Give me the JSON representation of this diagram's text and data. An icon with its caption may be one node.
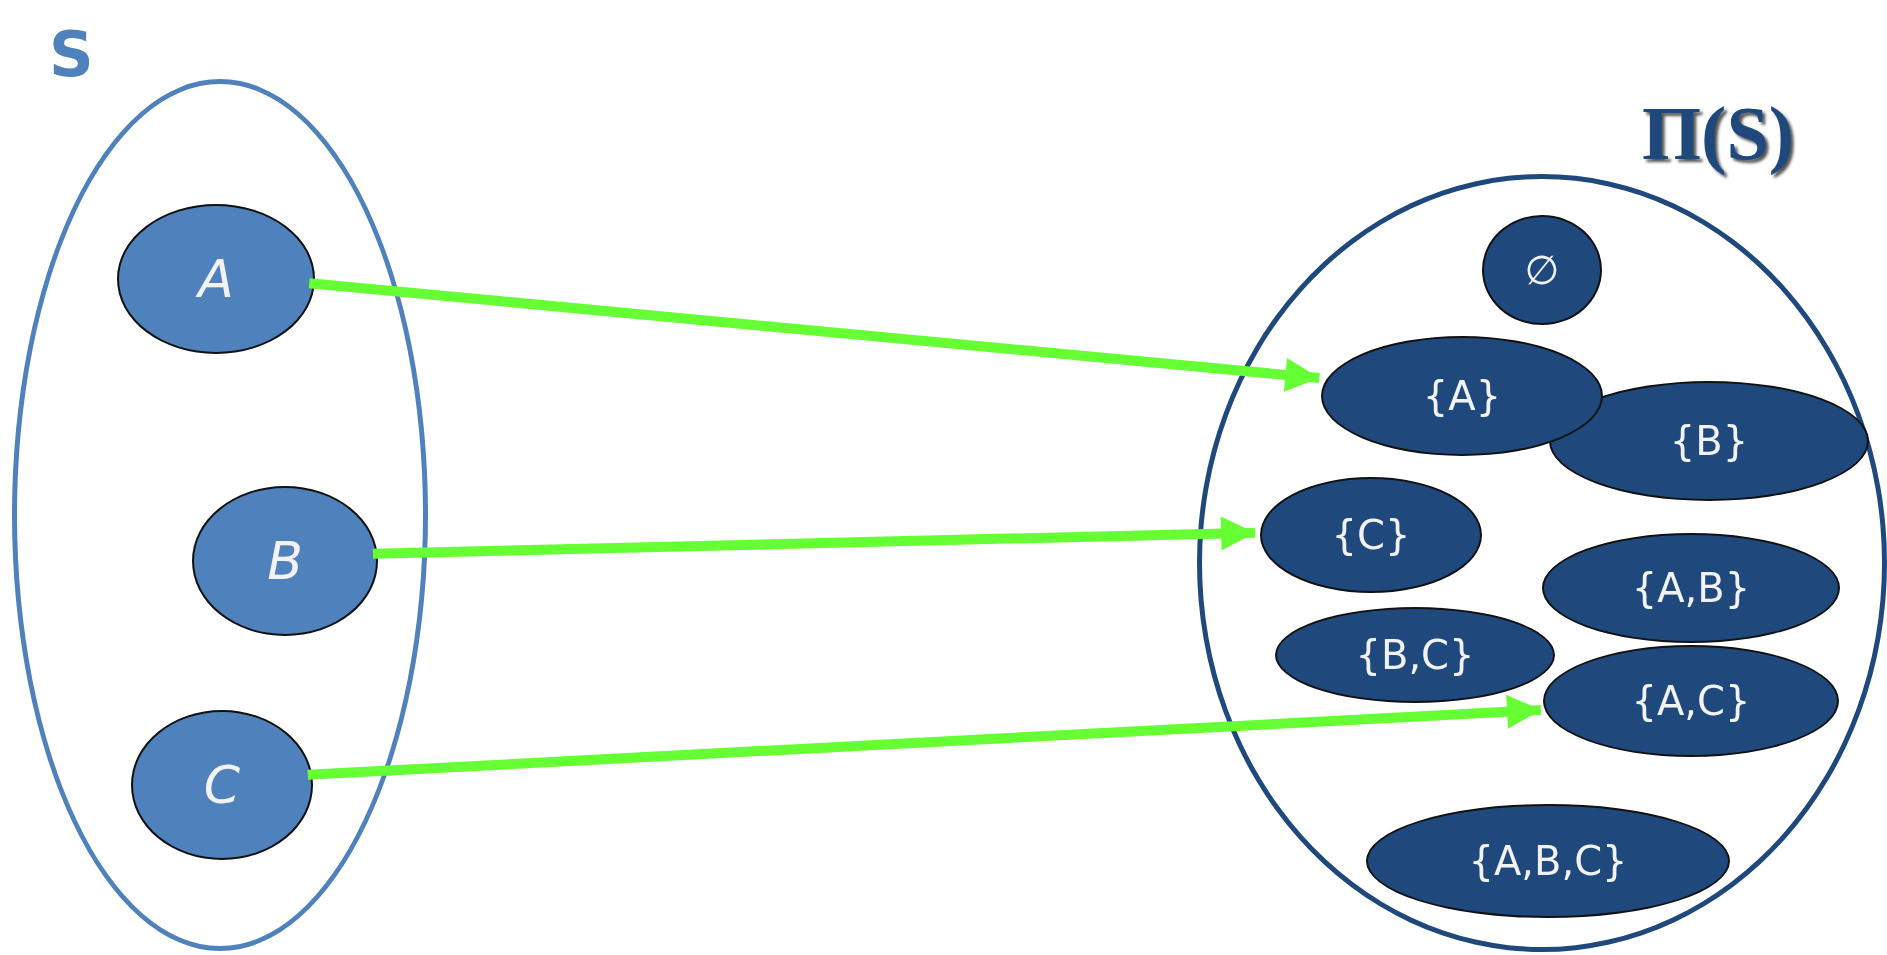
{
  "diagram": {
    "nodes": [
      {
        "text": [
          "S"
        ]
      },
      {
        "text": [
          "A"
        ],
        "in": 0
      },
      {
        "text": [
          "B"
        ],
        "in": 0
      },
      {
        "text": [
          "C"
        ],
        "in": 0
      },
      {
        "text": [
          "Π(S)"
        ]
      },
      {
        "text": [
          "∅"
        ],
        "in": 4
      },
      {
        "text": [
          "{A}"
        ],
        "in": 4
      },
      {
        "text": [
          "{B}"
        ],
        "in": 4
      },
      {
        "text": [
          "{C}"
        ],
        "in": 4
      },
      {
        "text": [
          "{A,B}"
        ],
        "in": 4
      },
      {
        "text": [
          "{B,C}"
        ],
        "in": 4
      },
      {
        "text": [
          "{A,C}"
        ],
        "in": 4
      },
      {
        "text": [
          "{A,B,C}"
        ],
        "in": 4
      }
    ],
    "edges": [
      {
        "from": 1,
        "to": 6,
        "arrow": "to"
      },
      {
        "from": 2,
        "to": 8,
        "arrow": "to"
      },
      {
        "from": 3,
        "to": 11,
        "arrow": "to"
      }
    ]
  }
}
